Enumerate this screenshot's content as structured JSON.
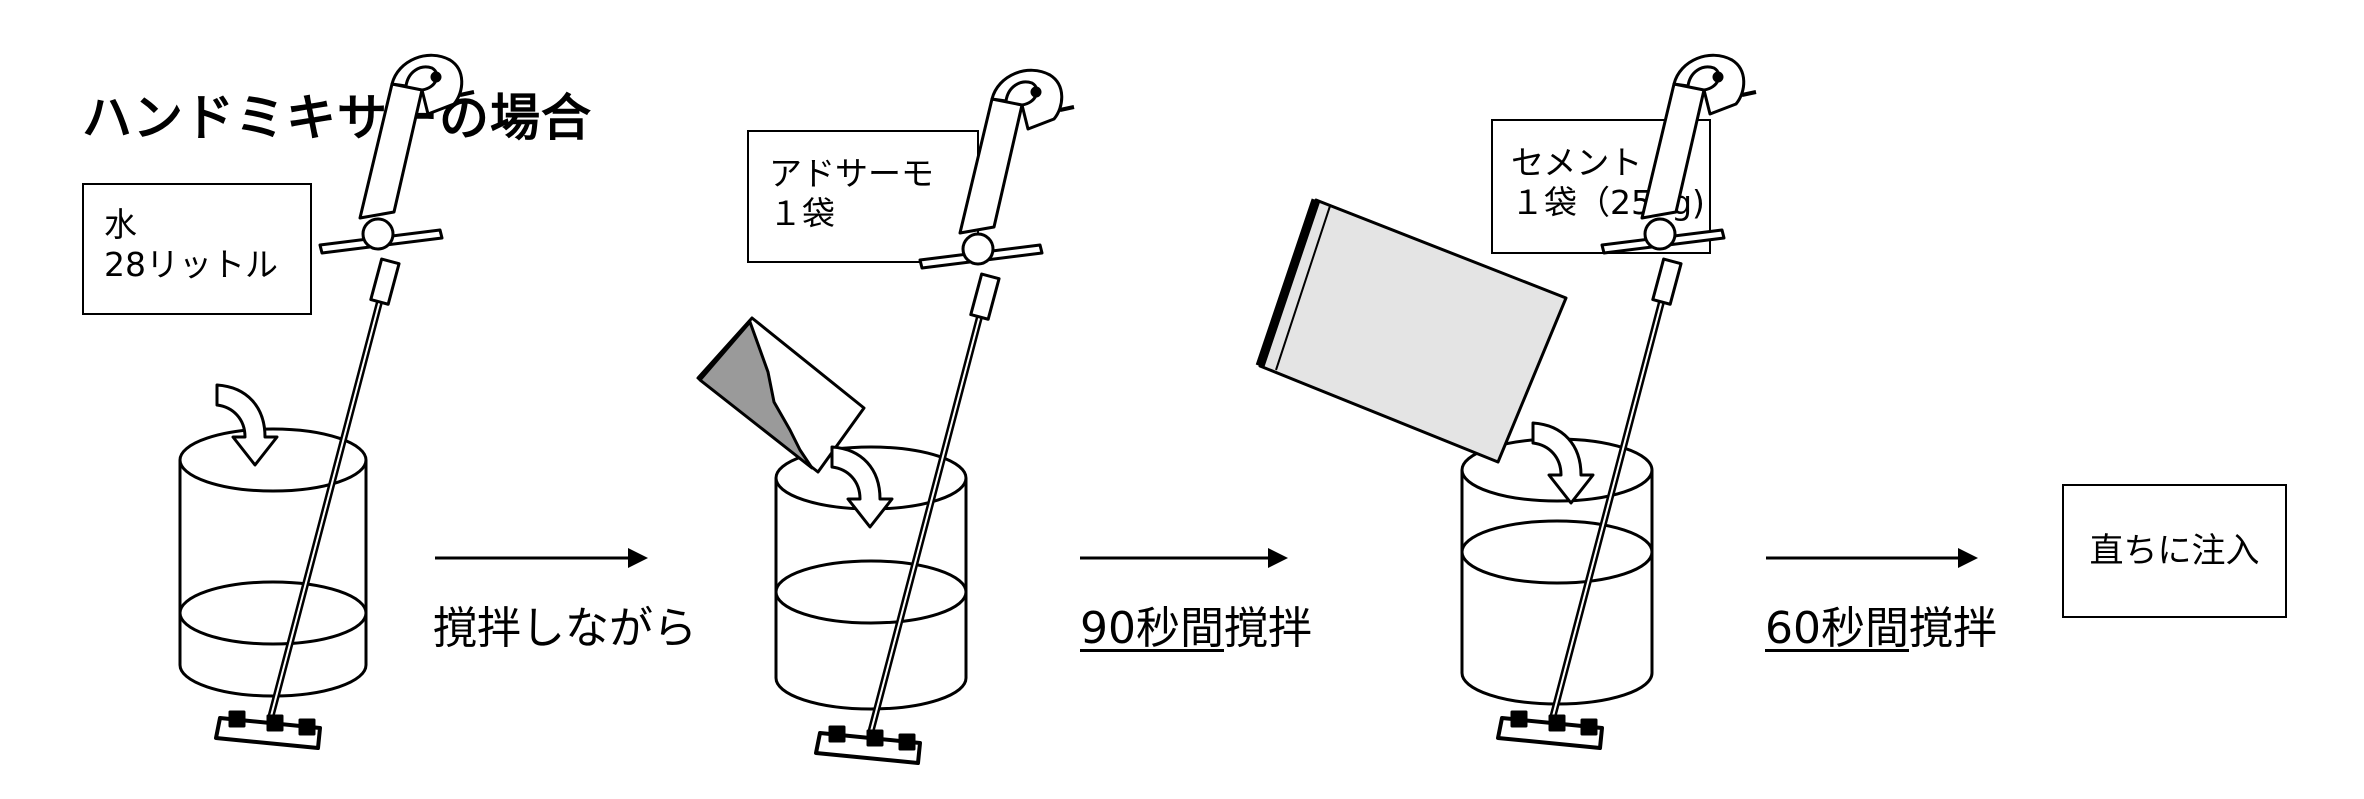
{
  "title": "ハンドミキサーの場合",
  "steps": [
    {
      "box_line1": "水",
      "box_line2": "28リットル"
    },
    {
      "box_line1": "アドサーモ",
      "box_line2": "１袋"
    },
    {
      "box_line1": "セメント",
      "box_line2": "１袋（25kg)"
    }
  ],
  "arrows": [
    {
      "label_main": "撹拌しながら"
    },
    {
      "label_time": "90秒間",
      "label_action": "撹拌"
    },
    {
      "label_time": "60秒間",
      "label_action": "撹拌"
    }
  ],
  "final": {
    "label": "直ちに注入"
  },
  "colors": {
    "bag_fill": "#e4e4e4",
    "bag_shadow": "#9a9a9a",
    "stroke": "#000000"
  }
}
